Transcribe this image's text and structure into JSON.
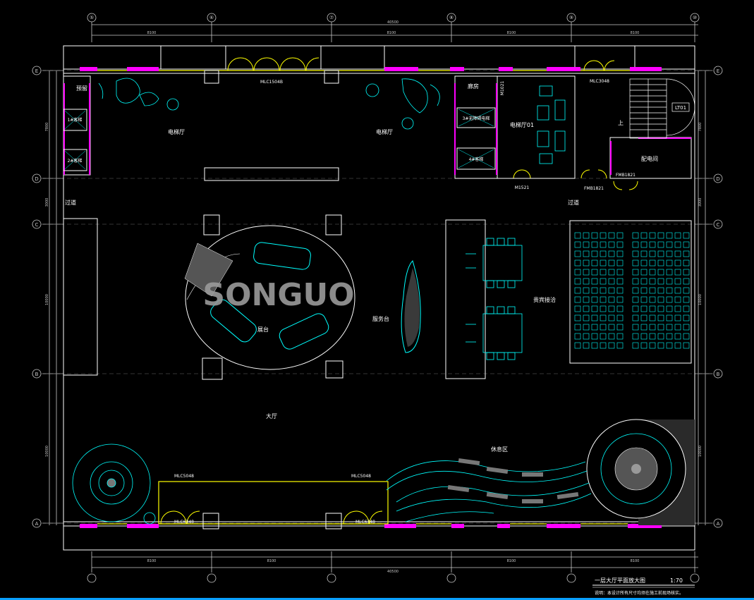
{
  "colors": {
    "background": "#000000",
    "wall": "#ffffff",
    "furniture": "#00ffff",
    "door": "#ffff00",
    "window": "#ff00ff",
    "dimension": "#c8c8c8",
    "accent_red": "#ff3030",
    "watermark": "#9a9a9a"
  },
  "watermark": "SONGUO",
  "axis_top": [
    "⑤",
    "⑥",
    "⑦",
    "⑧",
    "⑨",
    "⑩"
  ],
  "axis_left": [
    "E",
    "D",
    "C",
    "B",
    "A"
  ],
  "axis_right": [
    "E",
    "D",
    "C",
    "B",
    "A"
  ],
  "dims_top": [
    "8100",
    "8100",
    "8100",
    "8100"
  ],
  "dims_top_total": "40500",
  "dims_bottom": [
    "8100",
    "8100",
    "8100",
    "8100"
  ],
  "dims_bottom_total": "40500",
  "dims_side": [
    "7800",
    "3000",
    "10000",
    "10000"
  ],
  "rooms": {
    "yuliu": "预留",
    "diantiting_left": "电梯厅",
    "diantiting_right": "电梯厅",
    "langfang": "廊房",
    "diantiting_01": "电梯厅01",
    "guodao_left": "过道",
    "guodao_right": "过道",
    "zhantai": "展台",
    "fuwutai": "服务台",
    "guibin": "贵宾接洽",
    "dating": "大厅",
    "xiuxiqu": "休息区",
    "peidianjian": "配电间",
    "shang": "上"
  },
  "door_codes": {
    "mlc1504b": "MLC1504B",
    "mlc3048": "MLC3048",
    "m1021": "M1021",
    "m1521": "M1521",
    "fmb1821": "FMB1821",
    "fmb1821b": "FMB1821",
    "mlc5048_left": "MLC5048",
    "mlc5048_right": "MLC5048",
    "mlc6348_left": "MLC6348",
    "mlc6348_right": "MLC6348",
    "lt01": "LT01"
  },
  "elevators": {
    "e1": "1#客梯",
    "e2": "2#客梯",
    "e3": "3#无障碍电梯",
    "e4": "4#客梯"
  },
  "title_block": {
    "title": "一层大厅平面放大图",
    "scale": "1:70",
    "note": "说明：本设计所有尺寸均须在施工前现场核实。"
  }
}
